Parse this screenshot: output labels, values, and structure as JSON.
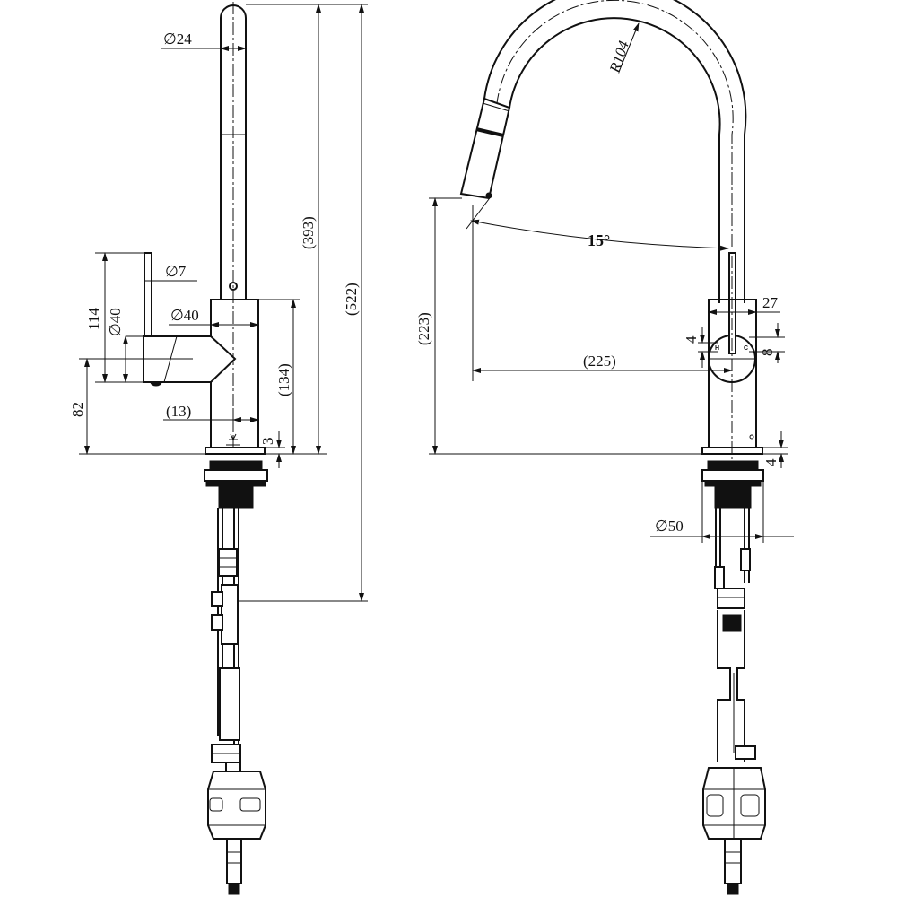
{
  "side_view": {
    "dims": {
      "spout_diameter": "∅24",
      "lever_diameter": "∅7",
      "body_diameter": "∅40",
      "lever_knob_diameter": "∅40",
      "lever_height": "114",
      "lever_base_height": "82",
      "total_height": "(522)",
      "spout_height": "(393)",
      "body_height": "(134)",
      "offset": "(13)",
      "base_plate": "3"
    }
  },
  "front_view": {
    "dims": {
      "bend_radius": "R104",
      "swivel_angle": "15°",
      "outlet_height": "(223)",
      "reach": "(225)",
      "lever_width": "27",
      "indicator_gap": "4",
      "indicator_height": "8",
      "base_gap": "4",
      "base_diameter": "∅50"
    },
    "labels": {
      "hot": "H",
      "cold": "C"
    }
  }
}
